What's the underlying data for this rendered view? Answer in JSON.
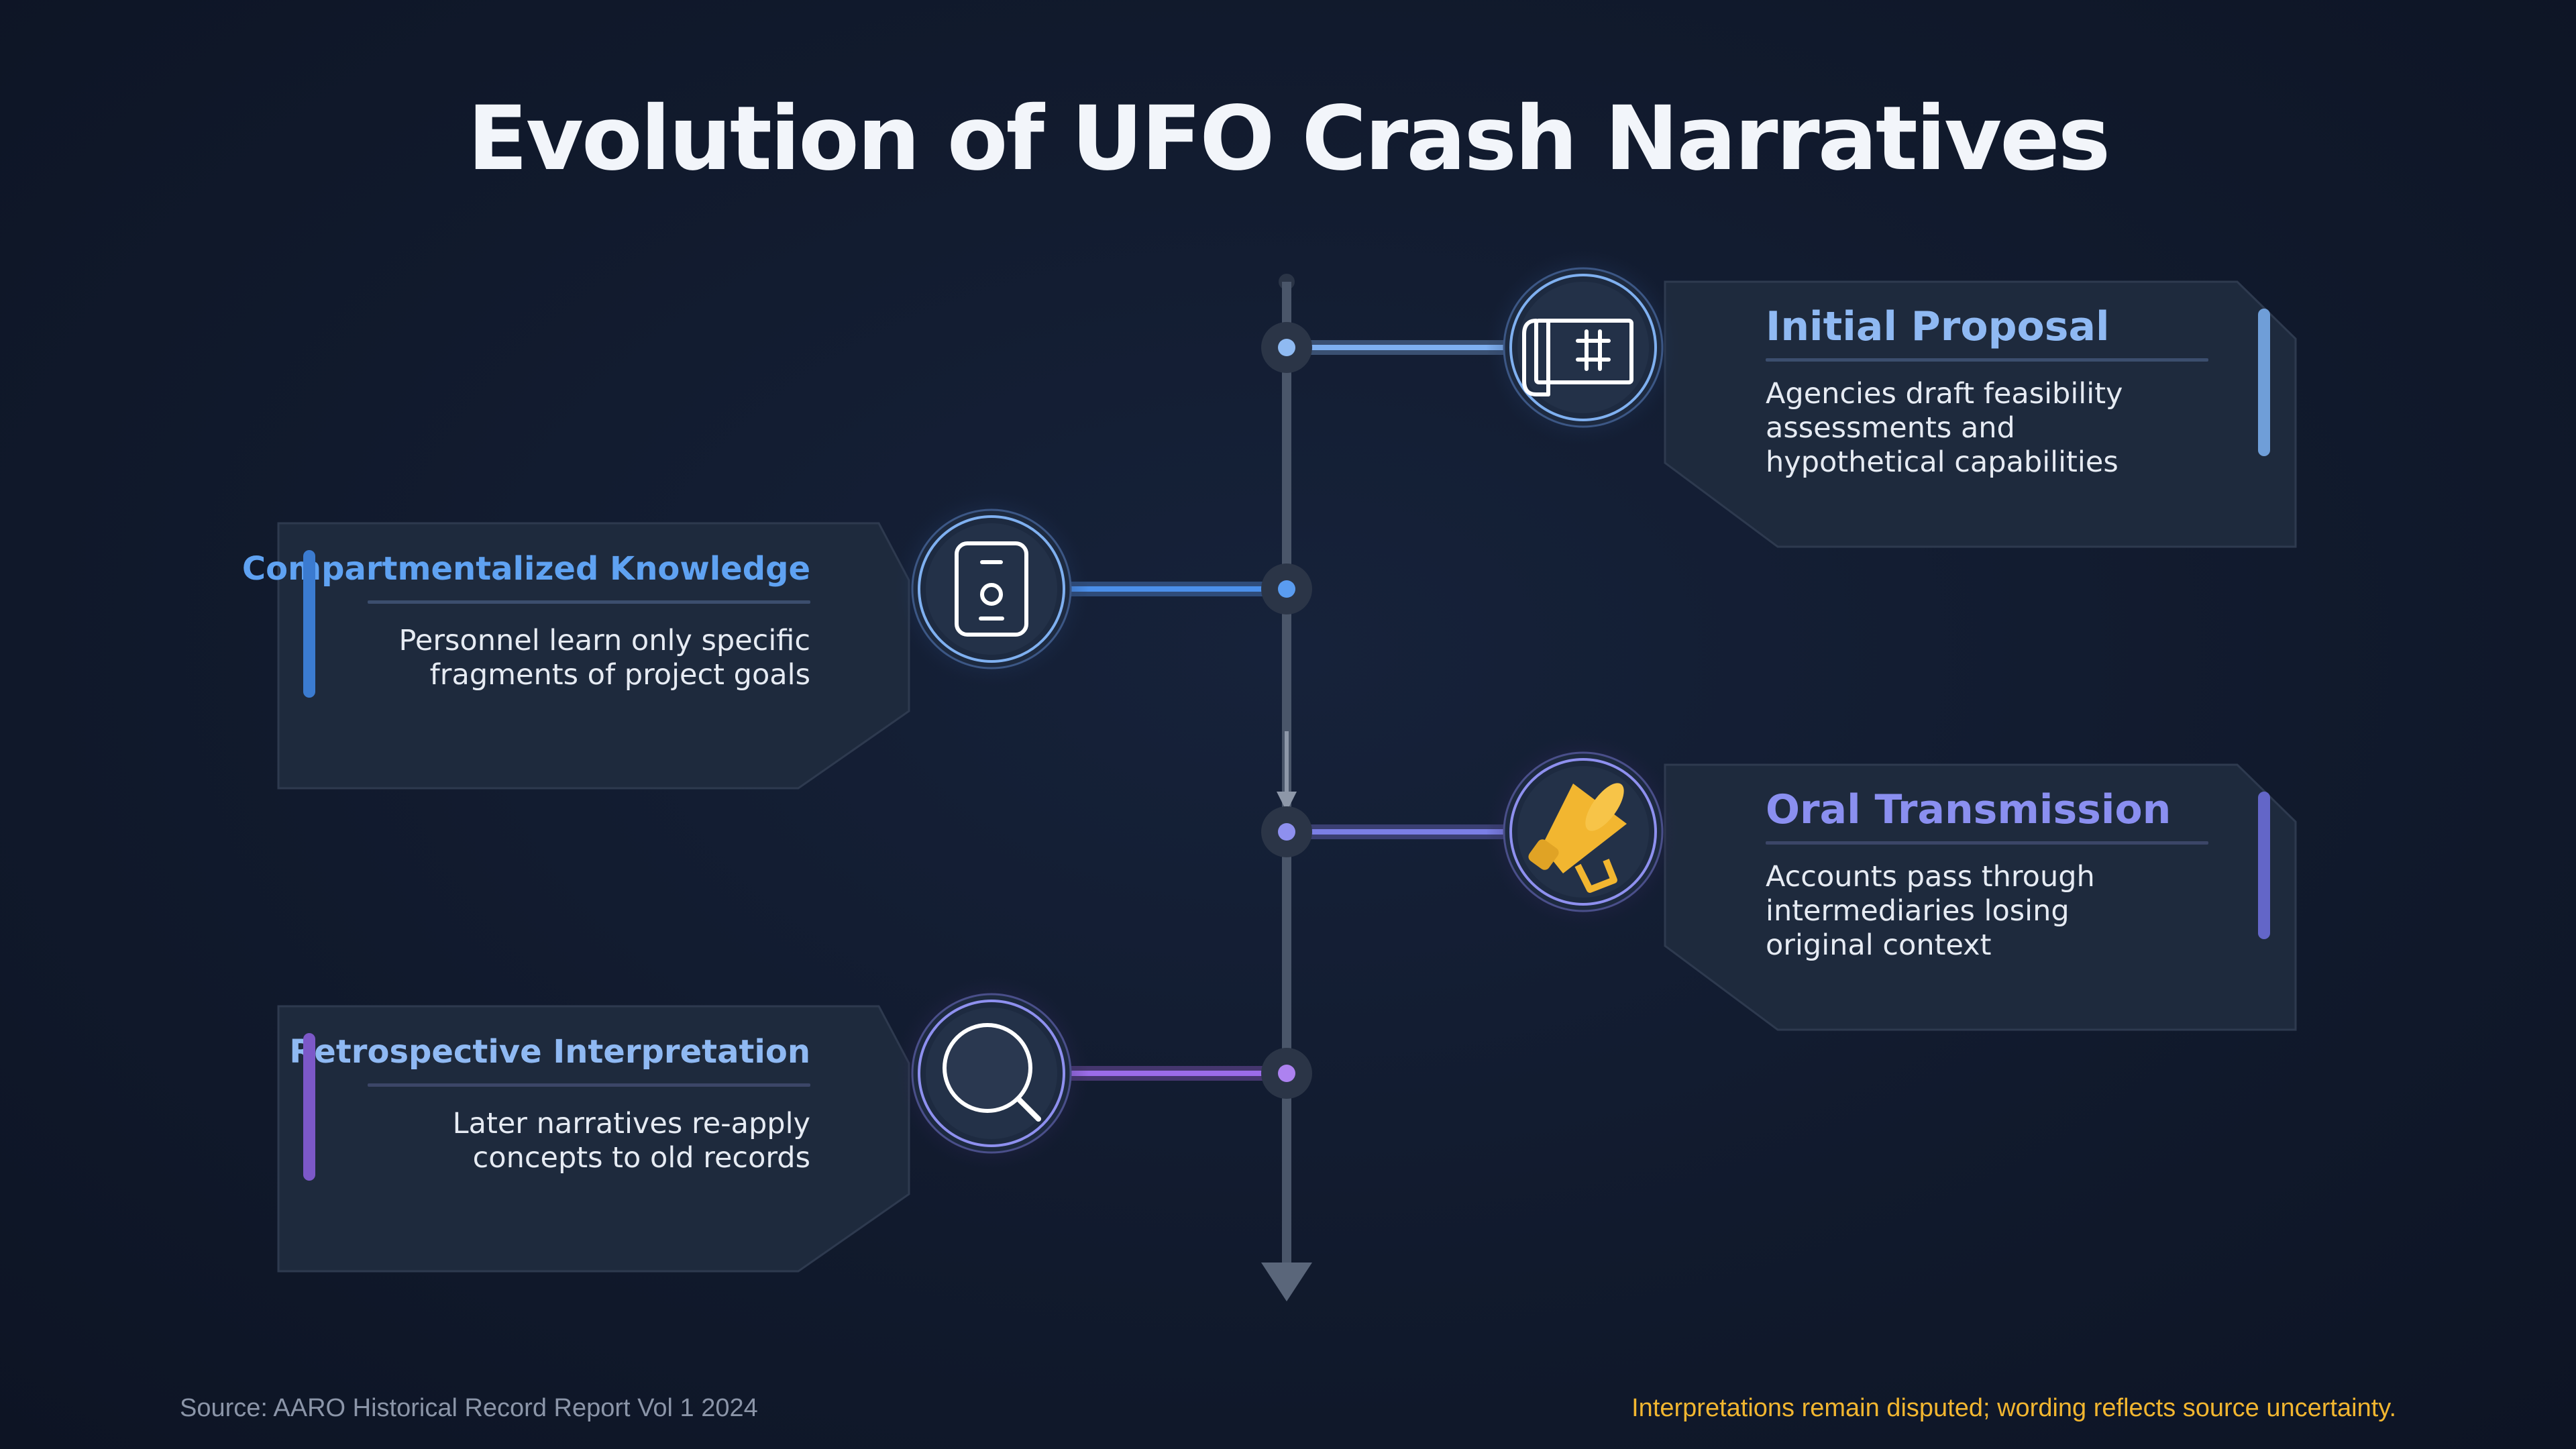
{
  "title": "Evolution of UFO Crash Narratives",
  "colors": {
    "background": "#111a2d",
    "card": "#1e2a3d",
    "axis": "#4a566a",
    "blue": "#7fb0f0",
    "blue_bright": "#4b8fea",
    "indigo": "#7b7fe6",
    "violet": "#9b6ce8",
    "amber": "#f2b630"
  },
  "stages": [
    {
      "title": "Initial Proposal",
      "description": "Agencies draft feasibility assessments and hypothetical capabilities",
      "icon": "blueprint-icon",
      "side": "right"
    },
    {
      "title": "Compartmentalized Knowledge",
      "description": "Personnel learn only specific fragments of project goals",
      "icon": "id-badge-icon",
      "side": "left"
    },
    {
      "title": "Oral Transmission",
      "description": "Accounts pass through intermediaries losing original context",
      "icon": "megaphone-icon",
      "side": "right"
    },
    {
      "title": "Retrospective Interpretation",
      "description": "Later narratives re-apply concepts to old records",
      "icon": "magnifier-icon",
      "side": "left"
    }
  ],
  "footer": {
    "source": "Source: AARO Historical Record Report Vol 1 2024",
    "note": "Interpretations remain disputed; wording reflects source uncertainty."
  }
}
